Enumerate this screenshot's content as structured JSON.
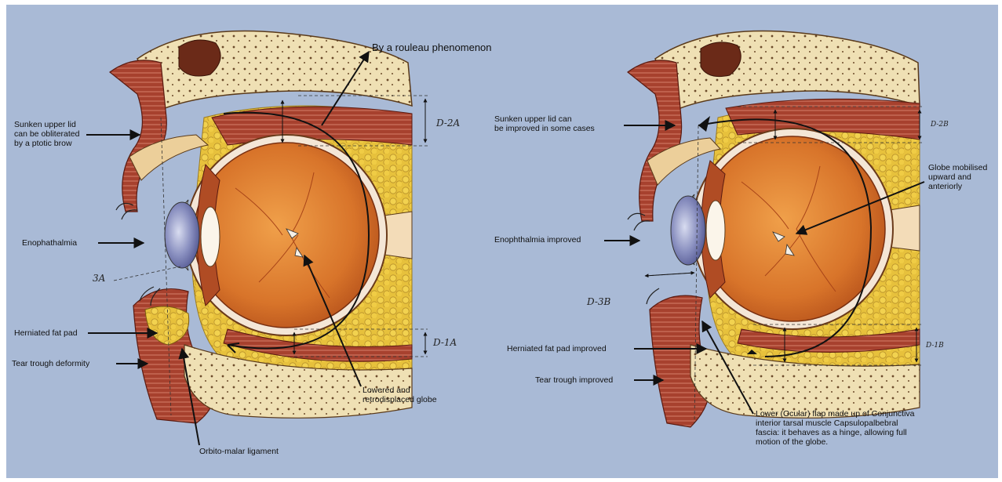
{
  "colors": {
    "background": "#a9bad6",
    "fat": "#e7c13c",
    "bone": "#eedfb0",
    "muscle": "#9c3a2a",
    "globe": "#d9772a",
    "cornea": "#7f86b8",
    "ink": "#111111"
  },
  "left": {
    "labels": {
      "rouleau": "By a rouleau phenomenon",
      "sunken_lid": "Sunken upper lid\ncan be obliterated\nby a ptotic brow",
      "enophthalmia": "Enophathalmia",
      "herniated": "Herniated fat pad",
      "tear_trough": "Tear trough deformity",
      "lowered_globe": "Lowered and\nretrodisplaced globe",
      "orbito_malar": "Orbito-malar ligament"
    },
    "dims": {
      "d2a": "D-2A",
      "d1a": "D-1A",
      "d3a": "3A"
    }
  },
  "right": {
    "labels": {
      "sunken_lid": "Sunken upper lid can\nbe improved in some cases",
      "globe_mobilised": "Globe mobilised\nupward and anteriorly",
      "enophthalmia": "Enophthalmia improved",
      "herniated": "Herniated fat pad improved",
      "tear_trough": "Tear trough improved",
      "lower_flap": "Lower (Ocular) flap made up of Conjunctiva\ninterior tarsal muscle Capsulopalbebral\nfascia: it behaves as a hinge, allowing full\nmotion of the globe."
    },
    "dims": {
      "d2b": "D-2B",
      "d1b": "D-1B",
      "d3b": "D-3B"
    }
  }
}
